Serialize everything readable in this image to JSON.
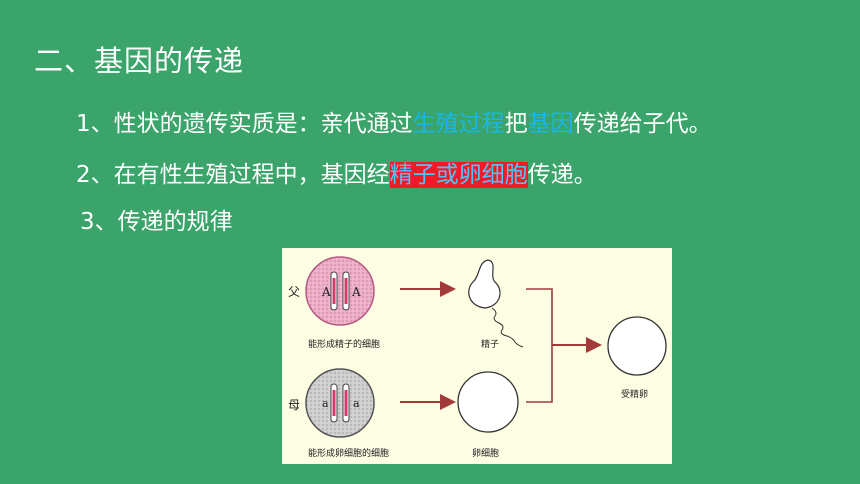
{
  "heading": "二、基因的传递",
  "line1": {
    "prefix": "1、性状的遗传实质是：亲代通过",
    "hl1": "生殖过程",
    "mid": "把",
    "hl2": "基因",
    "suffix": "传递给子代。"
  },
  "line2": {
    "prefix": "2、在有性生殖过程中，基因经",
    "hl": "精子或卵细胞",
    "suffix": "传递。"
  },
  "line3": "3、传递的规律",
  "colors": {
    "background": "#3aa46a",
    "highlight_blue": "#19b6ea",
    "highlight_red_bg": "#ee1c24",
    "arrow": "#a23a3a"
  },
  "diagram": {
    "father_label": "父",
    "mother_label": "母",
    "father_allele_left": "A",
    "father_allele_right": "A",
    "mother_allele_left": "a",
    "mother_allele_right": "a",
    "father_cell_caption": "能形成精子的细胞",
    "mother_cell_caption": "能形成卵细胞的细胞",
    "sperm_caption": "精子",
    "egg_caption": "卵细胞",
    "zygote_caption": "受精卵"
  }
}
